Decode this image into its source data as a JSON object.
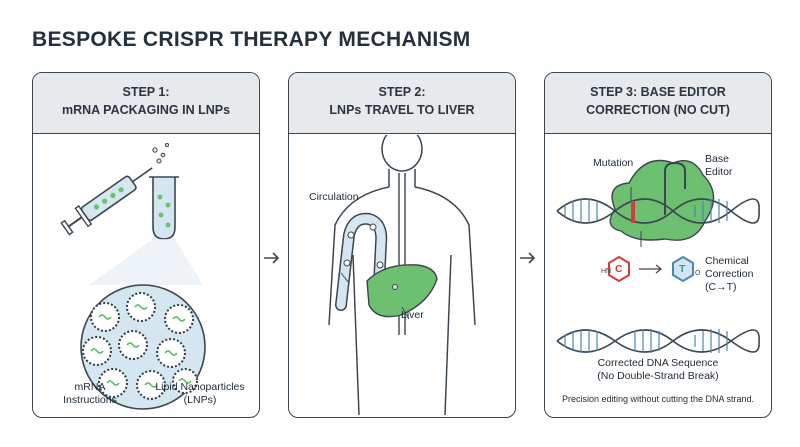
{
  "title": "BESPOKE CRISPR THERAPY MECHANISM",
  "steps": [
    {
      "heading_line1": "STEP 1:",
      "heading_line2": "mRNA PACKAGING IN LNPs",
      "labels": {
        "mrna": "mRNA\nInstructions",
        "lnp": "Lipid Nanoparticles\n(LNPs)"
      }
    },
    {
      "heading_line1": "STEP 2:",
      "heading_line2": "LNPs TRAVEL TO LIVER",
      "labels": {
        "circulation": "Circulation",
        "liver": "Liver"
      }
    },
    {
      "heading_line1": "STEP 3: BASE EDITOR",
      "heading_line2": "CORRECTION (NO CUT)",
      "labels": {
        "mutation": "Mutation",
        "base_editor": "Base\nEditor",
        "chemical": "Chemical\nCorrection\n(C→T)",
        "base_c": "C",
        "base_t": "T",
        "corrected": "Corrected DNA Sequence\n(No Double-Strand Break)",
        "caption": "Precision editing without cutting the DNA strand."
      }
    }
  ],
  "colors": {
    "green": "#6cc070",
    "blue_fill": "#d4e6f0",
    "red": "#d83a3a",
    "dna_blue": "#4a86b8",
    "panel_head": "#e6eaed"
  },
  "icons": [
    "syringe-icon",
    "test-tube-icon",
    "human-torso-icon",
    "liver-icon",
    "dna-helix-icon",
    "base-editor-protein-icon",
    "molecule-icon",
    "arrow-right-icon"
  ]
}
